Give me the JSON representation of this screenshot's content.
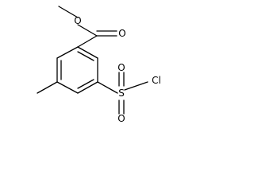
{
  "structure": {
    "atoms": {
      "ester_oxygen": "O",
      "carbonyl_oxygen": "O",
      "sulfur": "S",
      "sulfonyl_oxygen_top": "O",
      "sulfonyl_oxygen_bottom": "O",
      "chlorine": "Cl"
    }
  }
}
